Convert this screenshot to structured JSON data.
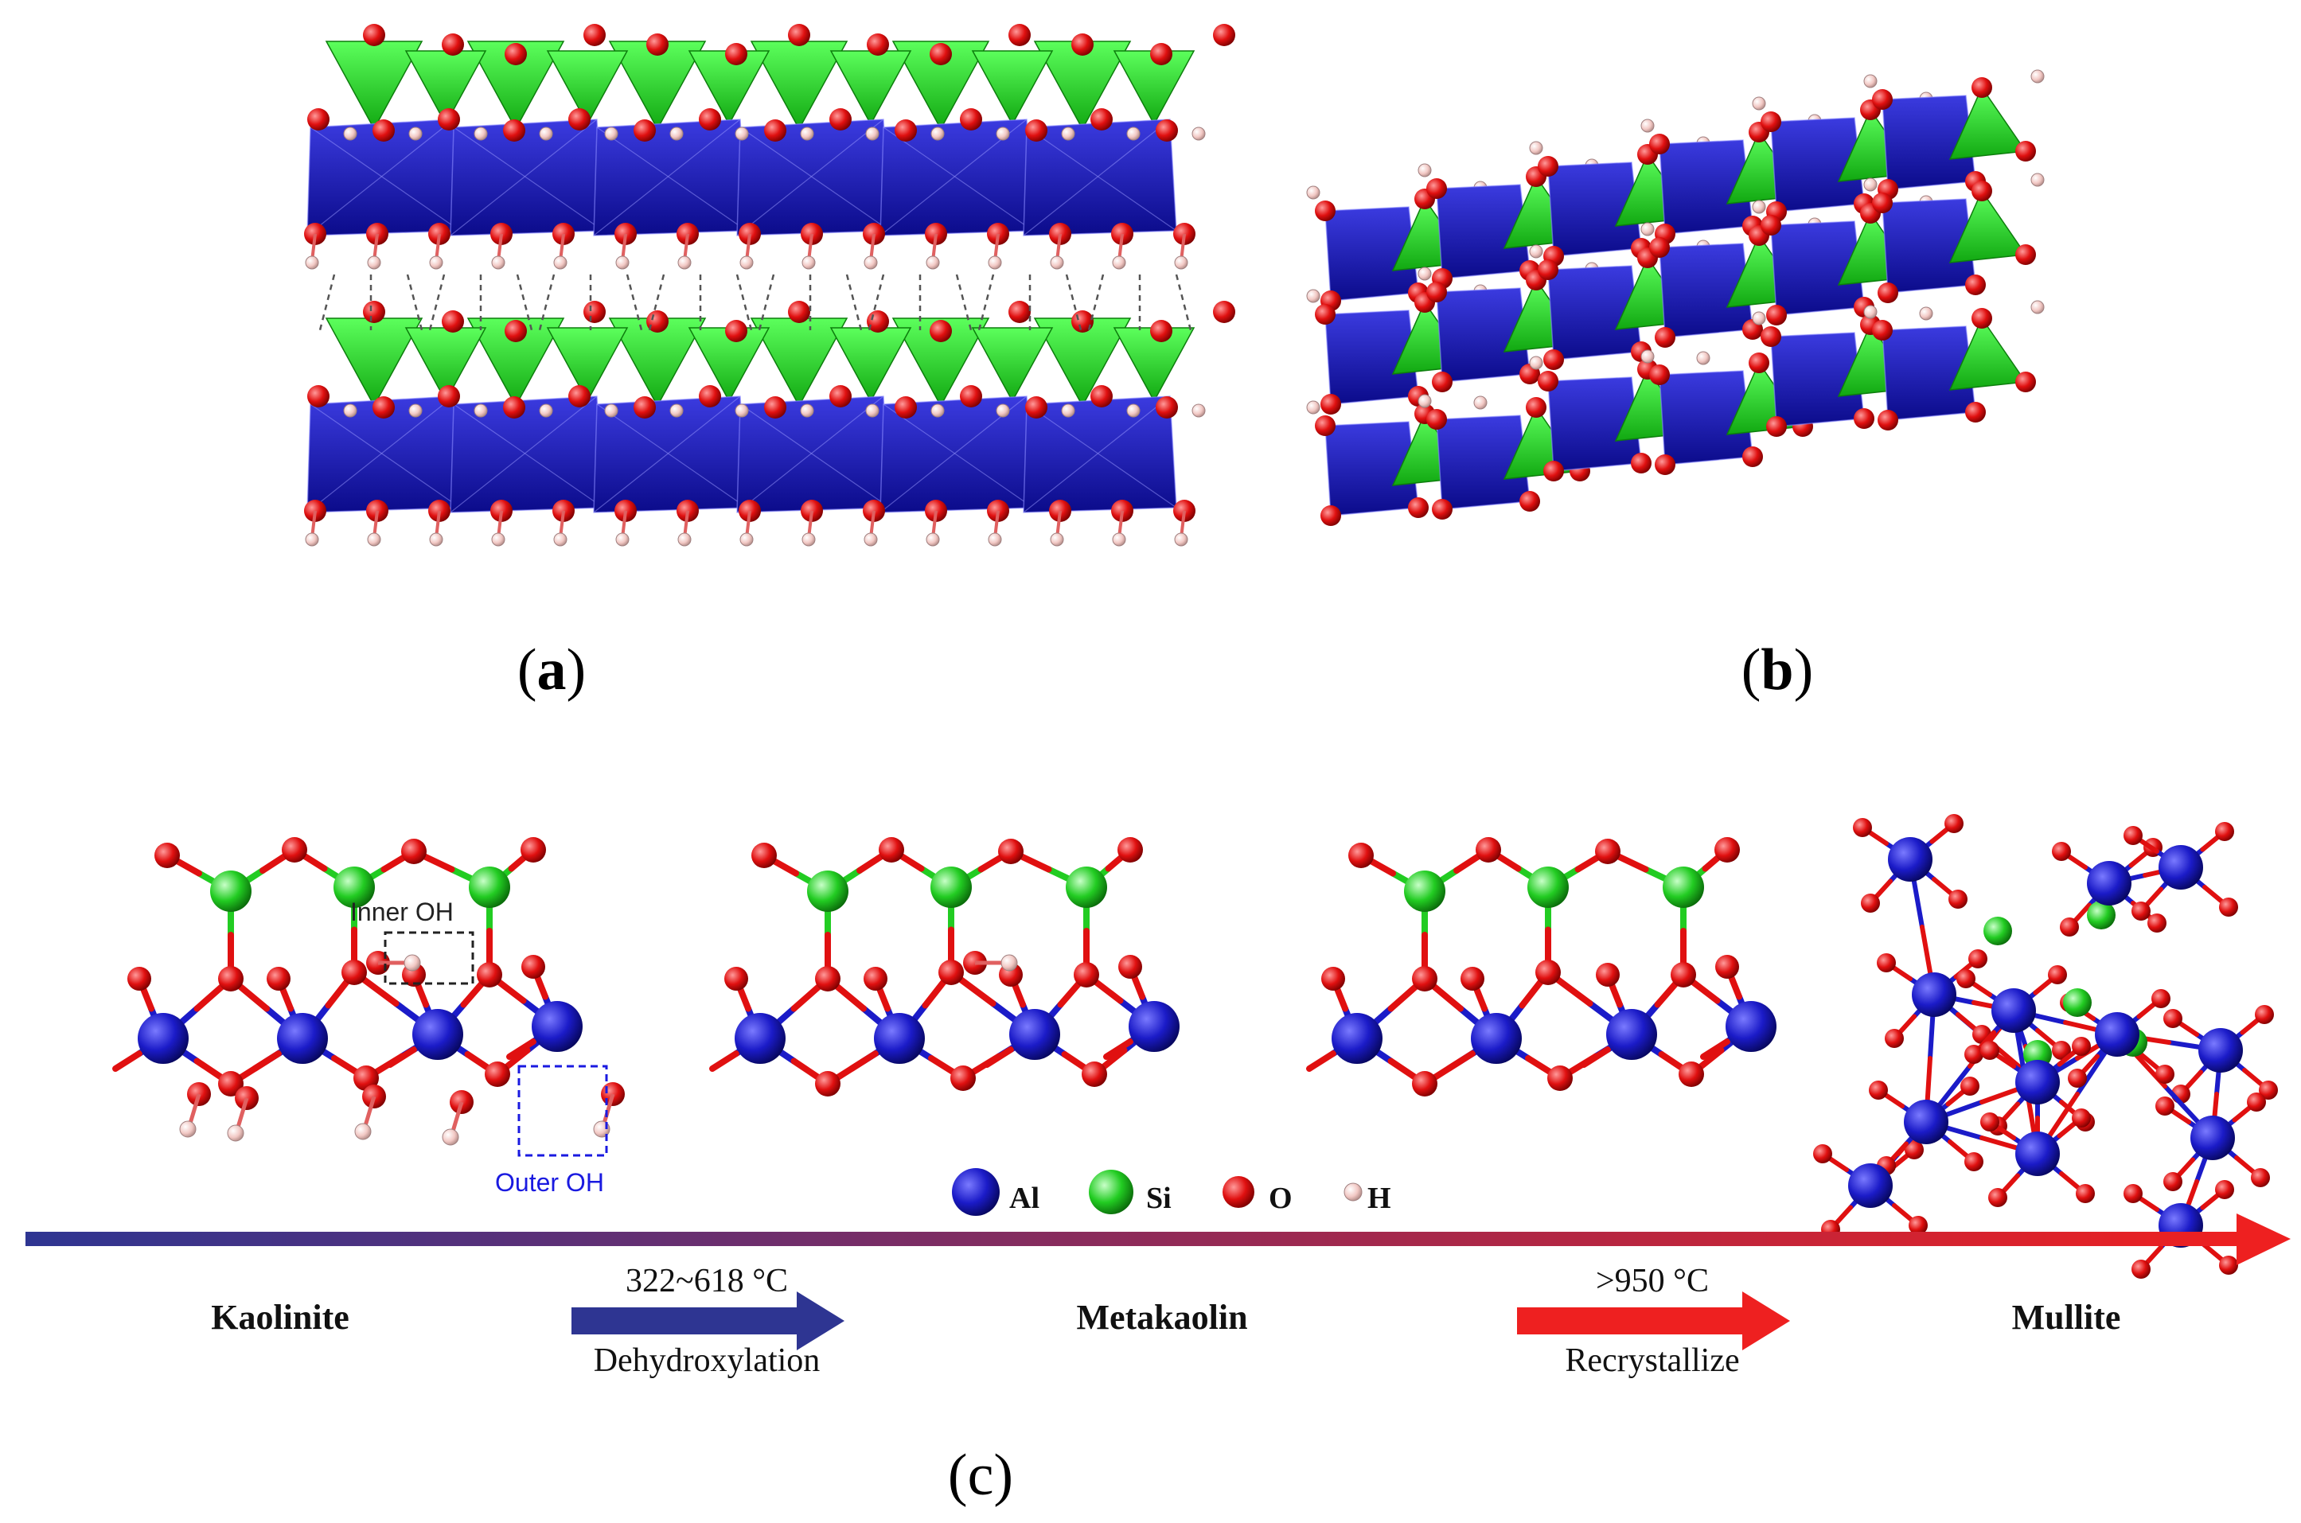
{
  "panels": {
    "a": {
      "caption_letter": "a"
    },
    "b": {
      "caption_letter": "b"
    },
    "c": {
      "caption_letter": "c"
    }
  },
  "annotations": {
    "inner_oh": "Inner OH",
    "outer_oh": "Outer OH"
  },
  "legend": [
    {
      "symbol": "Al",
      "label": "Al",
      "color": "#1b1bc8"
    },
    {
      "symbol": "Si",
      "label": "Si",
      "color": "#22cc22"
    },
    {
      "symbol": "O",
      "label": "O",
      "color": "#e01010"
    },
    {
      "symbol": "H",
      "label": "H",
      "color": "#f2c8c4"
    }
  ],
  "process": {
    "stages": [
      "Kaolinite",
      "Metakaolin",
      "Mullite"
    ],
    "steps": [
      {
        "temperature": "322~618 °C",
        "name": "Dehydroxylation",
        "color": "#2e3592"
      },
      {
        "temperature": ">950 °C",
        "name": "Recrystallize",
        "color": "#ee2020"
      }
    ],
    "timeline_gradient": [
      "#2e3592",
      "#ee2020"
    ]
  }
}
